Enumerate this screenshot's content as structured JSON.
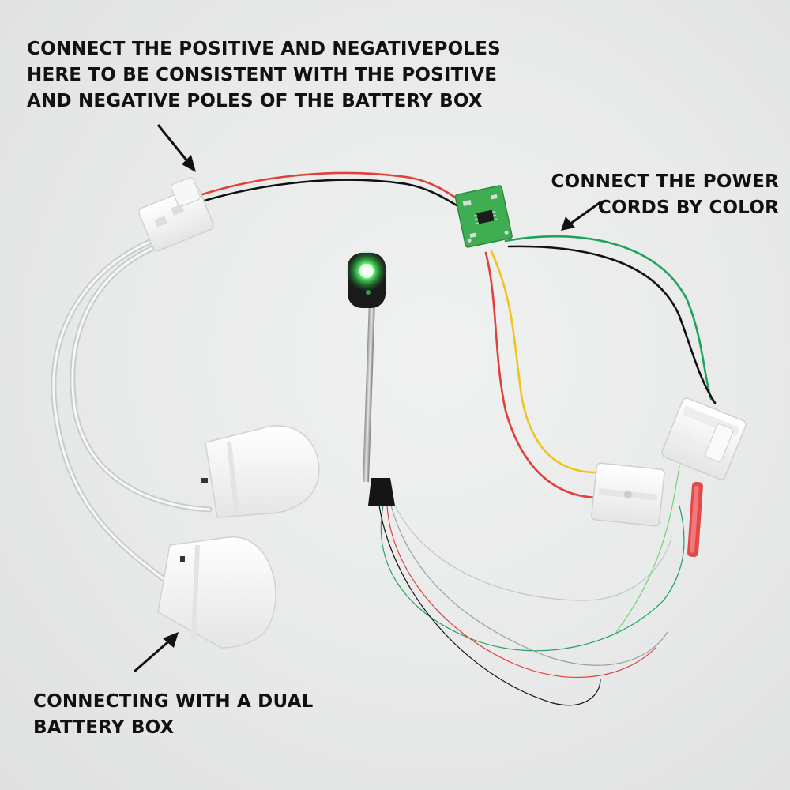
{
  "annotations": {
    "top": {
      "lines": [
        "CONNECT THE POSITIVE AND NEGATIVEPOLES",
        "HERE TO BE CONSISTENT WITH THE POSITIVE",
        "AND NEGATIVE POLES OF THE BATTERY BOX"
      ]
    },
    "right": {
      "lines": [
        "CONNECT THE POWER",
        "CORDS BY COLOR"
      ]
    },
    "bottom": {
      "lines": [
        "CONNECTING WITH A DUAL",
        "BATTERY BOX"
      ]
    }
  },
  "colors": {
    "background": "#e9eaea",
    "text": "#111111",
    "wire_red": "#e0403a",
    "wire_black": "#111111",
    "wire_green": "#1fa35a",
    "wire_yellow": "#f0c419",
    "pcb_green": "#3fae52",
    "led_green": "#3cff5a",
    "plastic_white": "#ffffff"
  }
}
